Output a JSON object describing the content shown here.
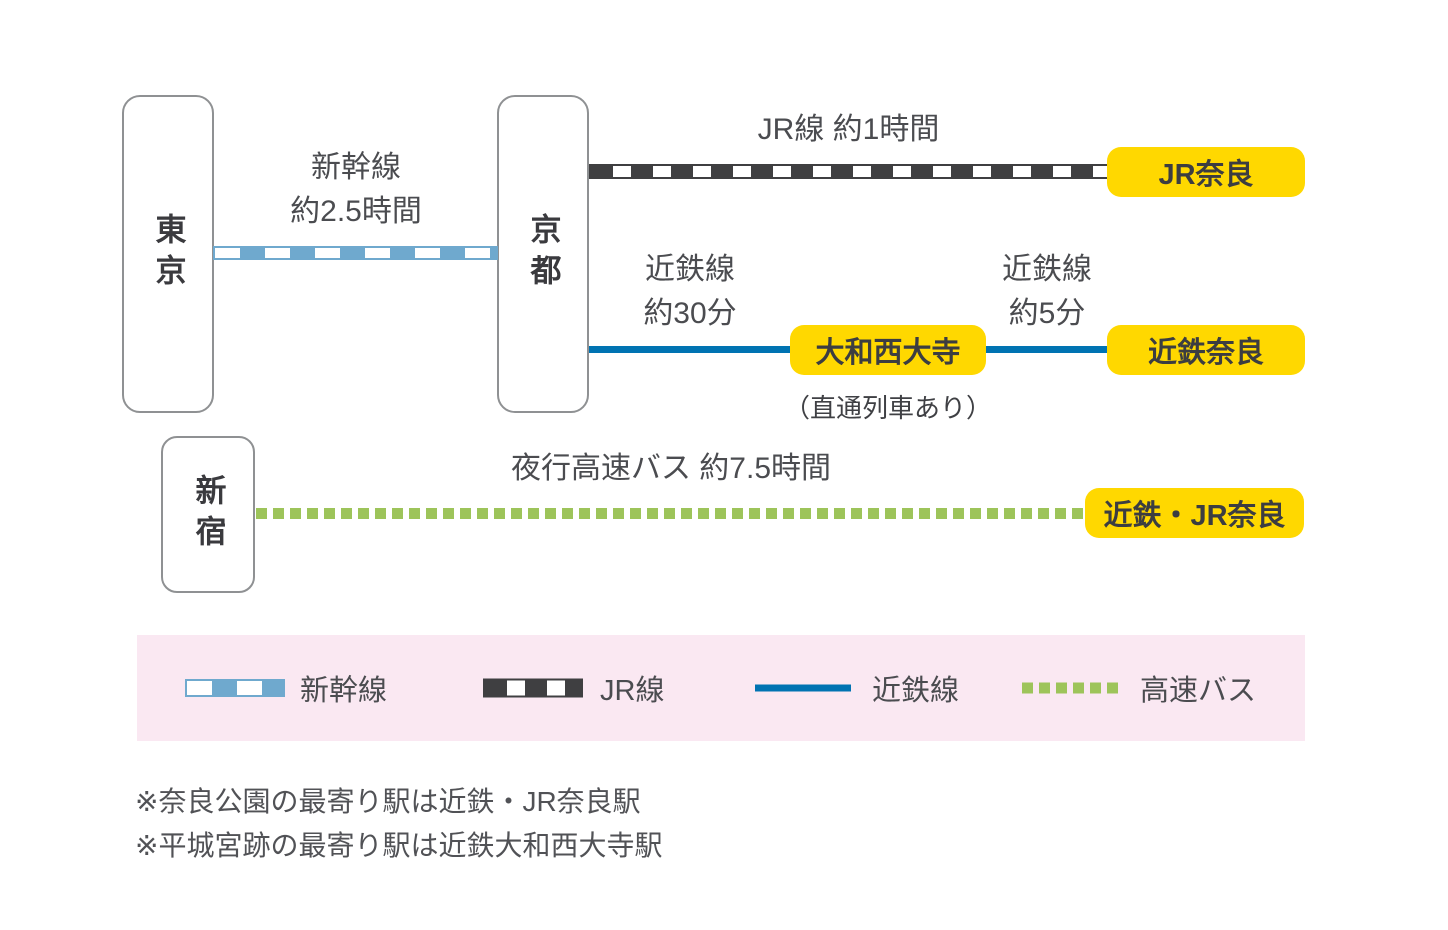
{
  "stations": {
    "tokyo": "東京",
    "kyoto": "京都",
    "shinjuku": "新宿",
    "jr_nara": "JR奈良",
    "yamato_saidaiji": "大和西大寺",
    "kintetsu_nara": "近鉄奈良",
    "kintetsu_jr_nara": "近鉄・JR奈良"
  },
  "routes": {
    "shinkansen": {
      "name": "新幹線",
      "duration": "約2.5時間"
    },
    "jr": {
      "label": "JR線 約1時間"
    },
    "kintetsu_from_kyoto": {
      "name": "近鉄線",
      "duration": "約30分"
    },
    "kintetsu_to_nara": {
      "name": "近鉄線",
      "duration": "約5分"
    },
    "bus": {
      "label": "夜行高速バス 約7.5時間"
    },
    "direct_note": "（直通列車あり）"
  },
  "legend": {
    "items": [
      {
        "label": "新幹線",
        "type": "shinkansen"
      },
      {
        "label": "JR線",
        "type": "jr"
      },
      {
        "label": "近鉄線",
        "type": "kintetsu"
      },
      {
        "label": "高速バス",
        "type": "bus"
      }
    ]
  },
  "notes": [
    "※奈良公園の最寄り駅は近鉄・JR奈良駅",
    "※平城宮跡の最寄り駅は近鉄大和西大寺駅"
  ],
  "colors": {
    "shinkansen_blue": "#6fa9ce",
    "jr_dark": "#3f3f41",
    "kintetsu_blue": "#0073b2",
    "bus_green": "#9dc45a",
    "badge_yellow": "#ffd800",
    "legend_pink": "#fae8f2",
    "text_dark": "#3c3d41",
    "box_border": "#8f9193"
  }
}
